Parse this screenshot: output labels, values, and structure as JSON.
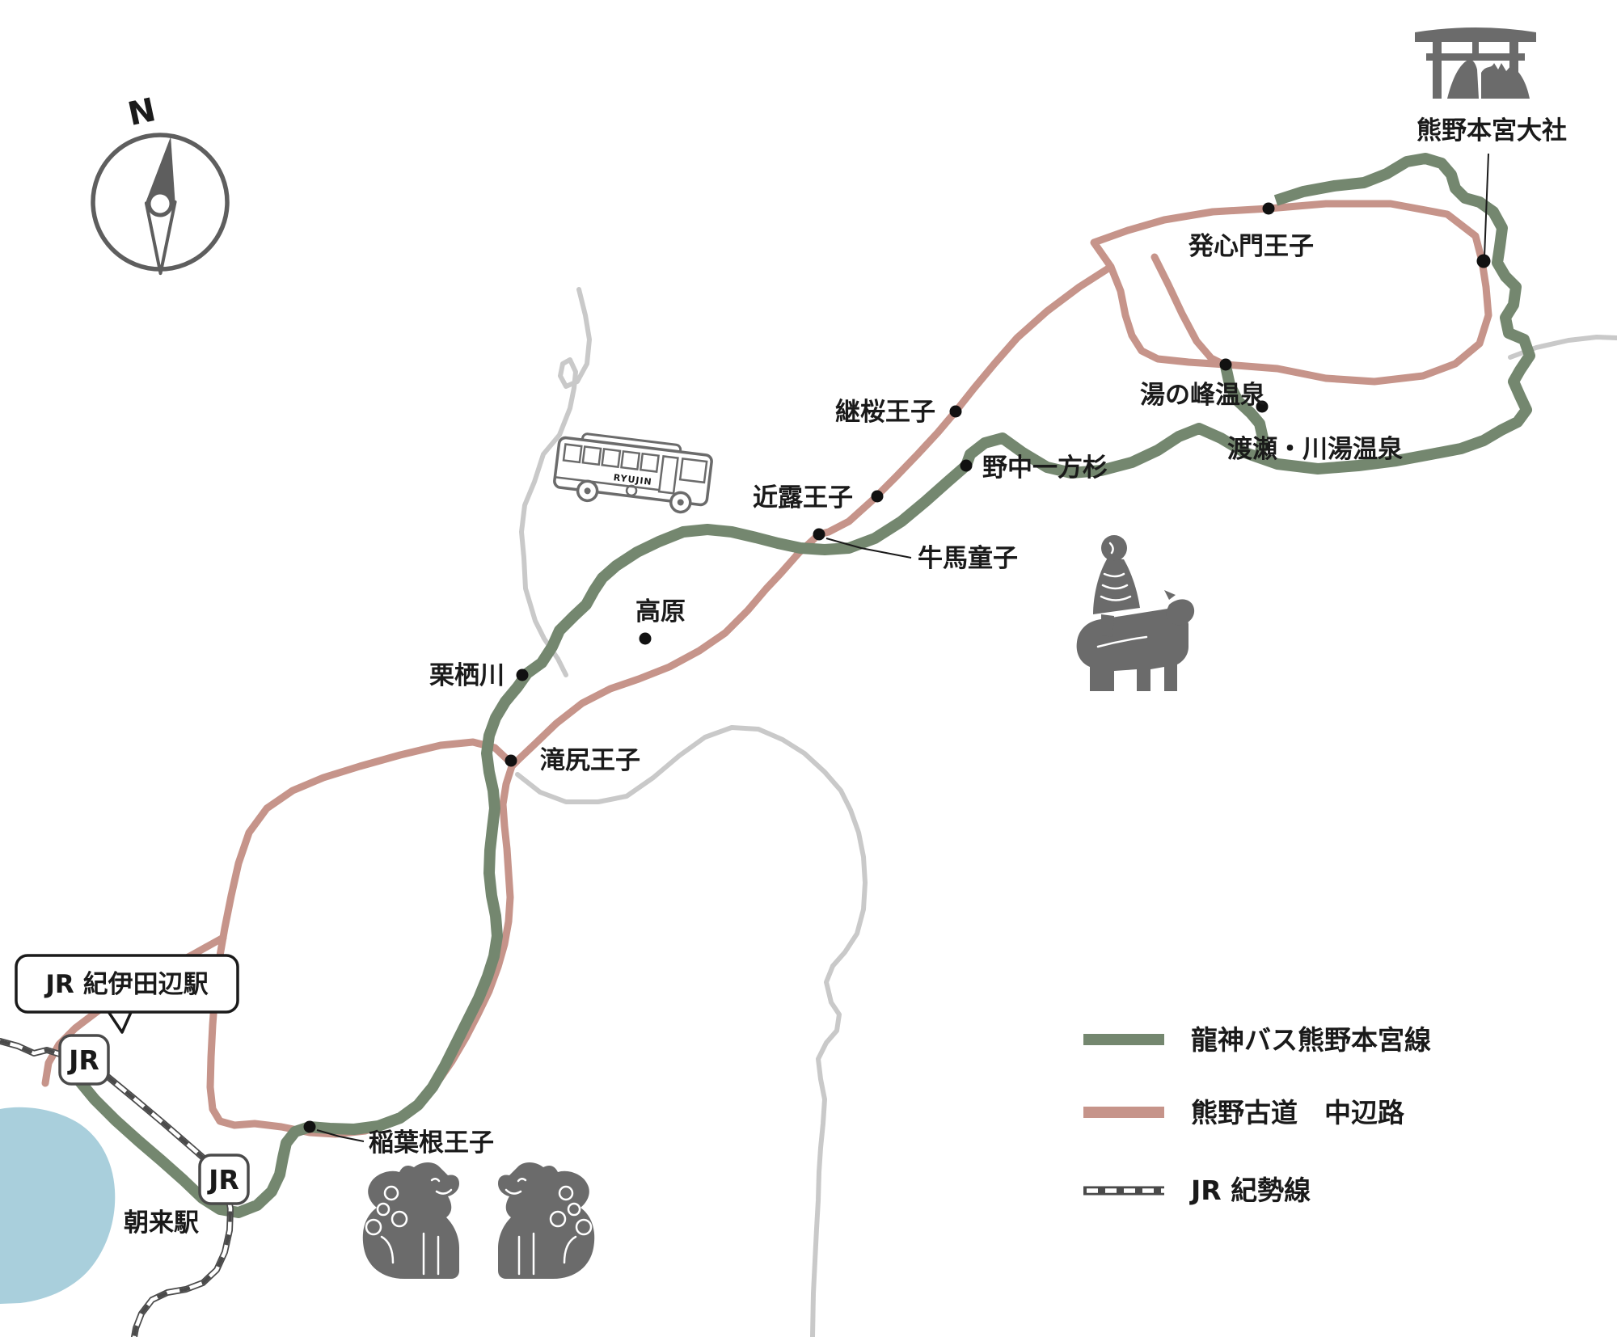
{
  "compass": {
    "north": "N"
  },
  "landmarks": {
    "hongu_taisha": "熊野本宮大社",
    "hosshinmon": "発心門王子",
    "yunomine": "湯の峰温泉",
    "watase_kawayu": "渡瀬・川湯温泉",
    "tsugizakura": "継桜王子",
    "nonaka_sugi": "野中一方杉",
    "chikatsuyu": "近露王子",
    "gyuba_doji": "牛馬童子",
    "takahara": "高原",
    "kurisugawa": "栗栖川",
    "takijiri": "滝尻王子",
    "inabane": "稲葉根王子",
    "asso_station": "朝来駅"
  },
  "kiitanabe_bubble": {
    "label": "JR 紀伊田辺駅"
  },
  "jr_badge_label": "JR",
  "bus_icon": {
    "operator": "RYUJIN"
  },
  "legend": {
    "bus_route_label": "龍神バス熊野本宮線",
    "kodo_label": "熊野古道　中辺路",
    "jr_label": "JR 紀勢線"
  },
  "colors": {
    "bus_route": "#74876F",
    "kodo_route": "#C6948A",
    "railway_dark": "#4A4A4A",
    "river": "#C9C9C9",
    "water": "#A9CFDC",
    "icon_gray": "#6B6B6B",
    "dot": "#111111",
    "text": "#1A1A1A",
    "jr_gray": "#555555",
    "compass": "#5E5E5E"
  },
  "icons": {
    "shrine": "torii-gate-icon",
    "bus": "ryujin-bus-icon",
    "statue": "gyuba-doji-statue-icon",
    "guardians": "komainu-statues-icon",
    "compass": "compass-north-icon"
  }
}
